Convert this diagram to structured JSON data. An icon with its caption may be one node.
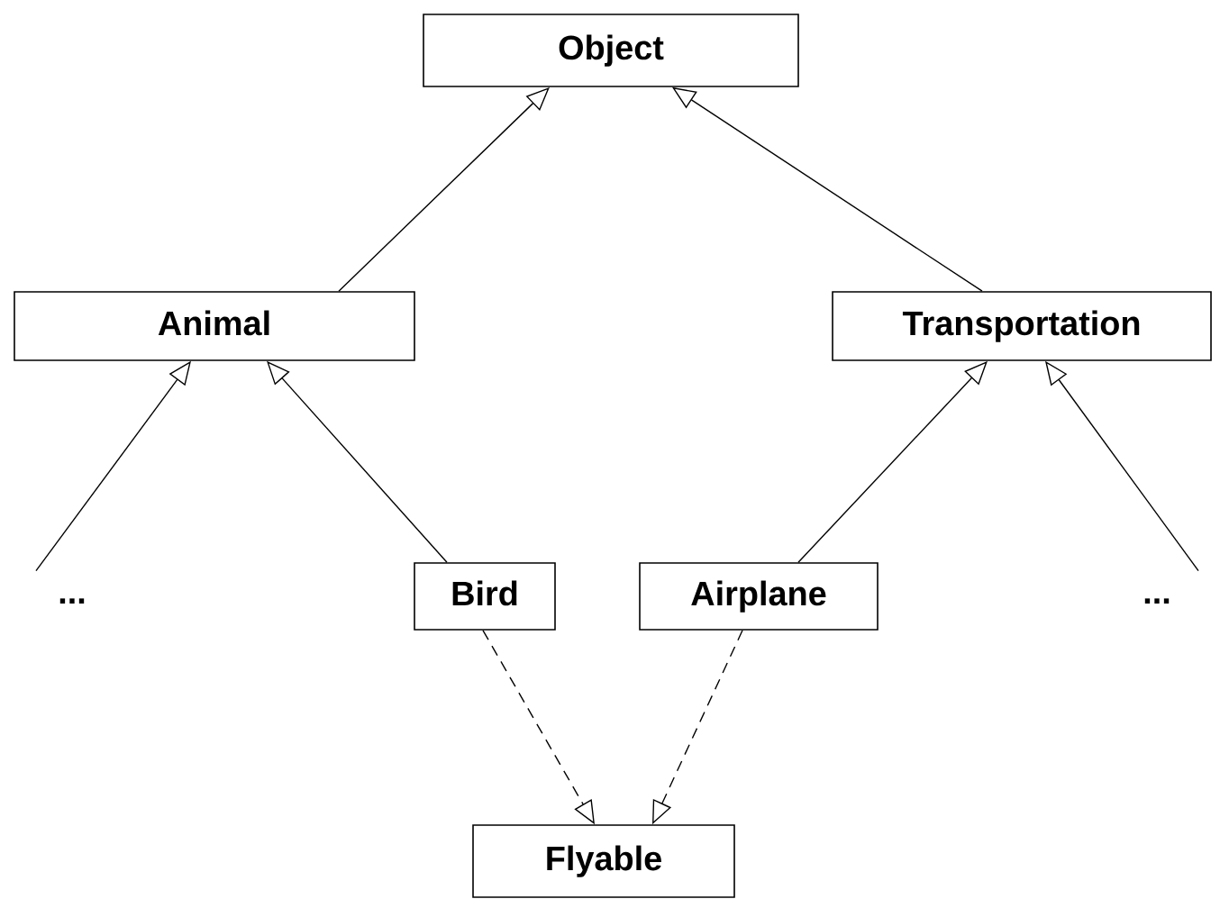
{
  "diagram": {
    "nodes": [
      {
        "text": [
          "Object"
        ]
      },
      {
        "text": [
          "Animal"
        ]
      },
      {
        "text": [
          "Transportation"
        ]
      },
      {
        "text": [
          "..."
        ]
      },
      {
        "text": [
          "Bird"
        ]
      },
      {
        "text": [
          "Airplane"
        ]
      },
      {
        "text": [
          "..."
        ]
      },
      {
        "text": [
          "Flyable"
        ]
      }
    ],
    "edges": [
      {
        "from": 1,
        "to": 0,
        "arrow": "to"
      },
      {
        "from": 2,
        "to": 0,
        "arrow": "to"
      },
      {
        "from": 3,
        "to": 1,
        "arrow": "to"
      },
      {
        "from": 4,
        "to": 1,
        "arrow": "to"
      },
      {
        "from": 5,
        "to": 2,
        "arrow": "to"
      },
      {
        "from": 6,
        "to": 2,
        "arrow": "to"
      },
      {
        "from": 4,
        "to": 7,
        "arrow": "to",
        "style": "dashed"
      },
      {
        "from": 5,
        "to": 7,
        "arrow": "to",
        "style": "dashed"
      }
    ]
  }
}
